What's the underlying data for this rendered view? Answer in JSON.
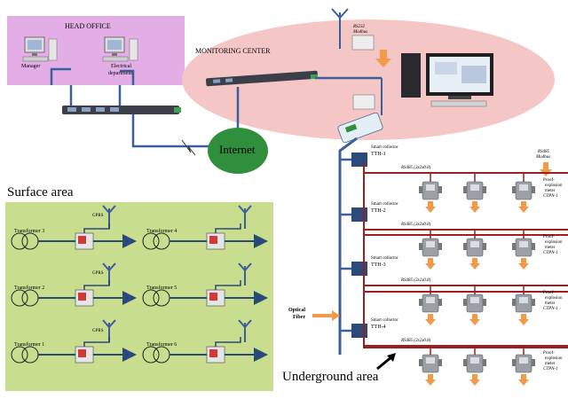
{
  "head_office": {
    "title": "HEAD OFFICE",
    "manager": "Manager",
    "electrical_line1": "Electrical",
    "electrical_line2": "department"
  },
  "monitoring_center": {
    "title": "MONITORING CENTER",
    "rs232_line1": "RS232",
    "rs232_line2": "Modbus"
  },
  "internet": {
    "label": "Internet"
  },
  "surface": {
    "title": "Surface area",
    "gprs": "GPRS",
    "transformers": [
      "Transformer 3",
      "Transformer 4",
      "Transformer 2",
      "Transformer 5",
      "Transformer 1",
      "Transformer 6"
    ]
  },
  "underground": {
    "title": "Underground area",
    "optical_line1": "Optical",
    "optical_line2": "Fiber",
    "collector_prefix": "Smart collector",
    "collectors": [
      "TTH-1",
      "TTH-2",
      "TTH-3",
      "TTH-4"
    ],
    "rs485_modbus_line1": "RS485",
    "rs485_modbus_line2": "Modbus",
    "bus_label": "RS485 (2x2x0.8)",
    "meter_line1": "Proof-",
    "meter_line2": "explosion",
    "meter_line3": "meter",
    "meter_model": "CTPN-1"
  },
  "colors": {
    "head_office_bg": "#e3aee5",
    "monitoring_bg": "#f4c6c6",
    "surface_bg": "#c8dd8e",
    "internet_green": "#2f8f3c",
    "wire_blue": "#3a5f9a",
    "bus_red": "#9b1f1f",
    "arrow_orange": "#f19a4a"
  }
}
